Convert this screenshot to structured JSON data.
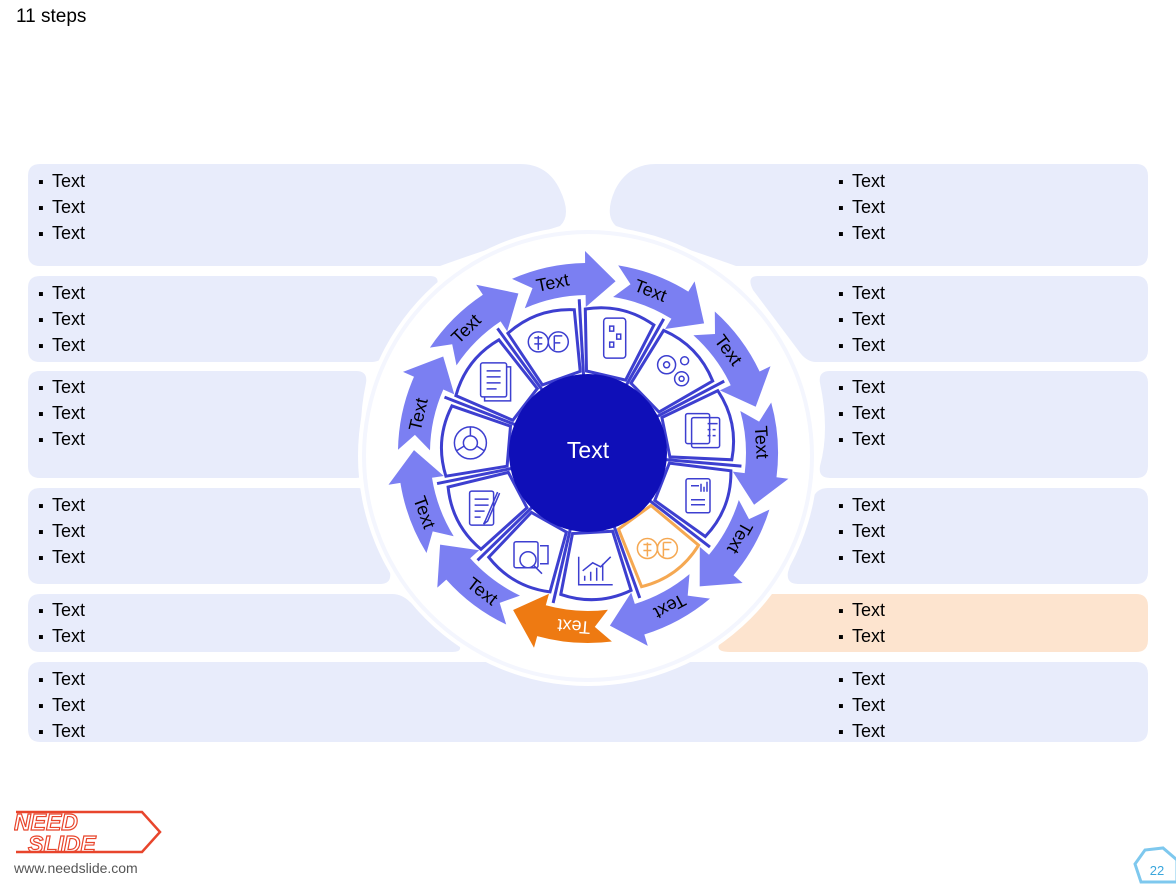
{
  "title": "11 steps",
  "center_label": "Text",
  "steps": [
    {
      "label": "Text",
      "color": "#7b7ff2"
    },
    {
      "label": "Text",
      "color": "#7b7ff2"
    },
    {
      "label": "Text",
      "color": "#7b7ff2"
    },
    {
      "label": "Text",
      "color": "#7b7ff2"
    },
    {
      "label": "Text",
      "color": "#7b7ff2"
    },
    {
      "label": "Text",
      "color": "#7b7ff2"
    },
    {
      "label": "Text",
      "color": "#7b7ff2"
    },
    {
      "label": "Text",
      "color": "#7b7ff2"
    },
    {
      "label": "Text",
      "color": "#7b7ff2"
    },
    {
      "label": "Text",
      "color": "#7b7ff2"
    },
    {
      "label": "Text",
      "color": "#ee7a12"
    }
  ],
  "left_boxes": [
    {
      "bullets": [
        "Text",
        "Text",
        "Text"
      ]
    },
    {
      "bullets": [
        "Text",
        "Text",
        "Text"
      ]
    },
    {
      "bullets": [
        "Text",
        "Text",
        "Text"
      ]
    },
    {
      "bullets": [
        "Text",
        "Text",
        "Text"
      ]
    },
    {
      "bullets": [
        "Text",
        "Text"
      ]
    },
    {
      "bullets": [
        "Text",
        "Text",
        "Text"
      ]
    }
  ],
  "right_boxes": [
    {
      "bullets": [
        "Text",
        "Text",
        "Text"
      ]
    },
    {
      "bullets": [
        "Text",
        "Text",
        "Text"
      ]
    },
    {
      "bullets": [
        "Text",
        "Text",
        "Text"
      ]
    },
    {
      "bullets": [
        "Text",
        "Text",
        "Text"
      ]
    },
    {
      "bullets": [
        "Text",
        "Text"
      ],
      "highlight": true
    },
    {
      "bullets": [
        "Text",
        "Text",
        "Text"
      ]
    }
  ],
  "icons": [
    "currency-exchange-icon",
    "building-icon",
    "gears-icon",
    "calculator-icon",
    "report-icon",
    "euro-dollar-exchange-icon",
    "growth-chart-icon",
    "magnifier-analysis-icon",
    "contract-sign-icon",
    "pie-chart-icon",
    "document-icon"
  ],
  "colors": {
    "accent": "#7b7ff2",
    "highlight": "#ee7a12",
    "box": "#e8ecfb",
    "box_highlight": "#fde4cf",
    "hub": "#0f0fb8",
    "icon": "#3d3fd0"
  },
  "footer": {
    "logo_top": "NEED",
    "logo_bottom": "SLIDE",
    "url": "www.needslide.com",
    "page": "22"
  }
}
